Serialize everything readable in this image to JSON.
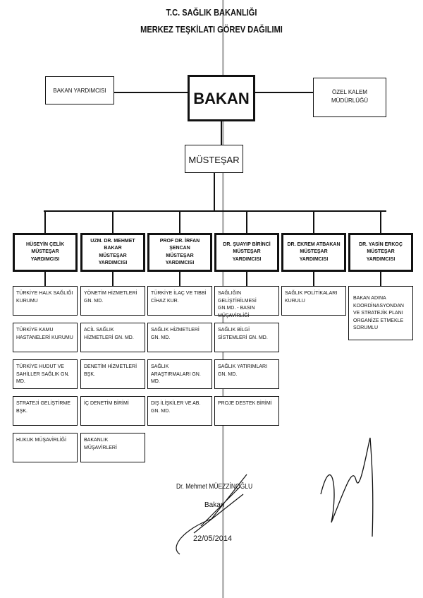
{
  "header": {
    "line1": "T.C. SAĞLIK BAKANLIĞI",
    "line2": "MERKEZ TEŞKİLATI GÖREV DAĞILIMI"
  },
  "top": {
    "bakan": "BAKAN",
    "bakan_yardimcisi": "BAKAN YARDIMCISI",
    "ozel_kalem": "ÖZEL KALEM MÜDÜRLÜĞÜ",
    "mustesar": "MÜSTEŞAR"
  },
  "columns": [
    {
      "name": "HÜSEYİN ÇELİK",
      "title": "MÜSTEŞAR YARDIMCISI",
      "units": [
        "TÜRKİYE HALK SAĞLIĞI KURUMU",
        "TÜRKİYE KAMU HASTANELERİ KURUMU",
        "TÜRKİYE HUDUT VE SAHİLLER SAĞLIK GN. MD.",
        "STRATEJİ GELİŞTİRME BŞK.",
        "HUKUK MÜŞAVİRLİĞİ"
      ]
    },
    {
      "name": "UZM. DR. MEHMET BAKAR",
      "title": "MÜSTEŞAR YARDIMCISI",
      "units": [
        "YÖNETİM HİZMETLERİ GN. MD.",
        "ACİL SAĞLIK HİZMETLERİ GN. MD.",
        "DENETİM HİZMETLERİ BŞK.",
        "İÇ DENETİM BİRİMİ",
        "BAKANLIK MÜŞAVİRLERİ"
      ]
    },
    {
      "name": "PROF DR. İRFAN ŞENCAN",
      "title": "MÜSTEŞAR YARDIMCISI",
      "units": [
        "TÜRKİYE İLAÇ VE TIBBİ CİHAZ KUR.",
        "SAĞLIK HİZMETLERİ GN. MD.",
        "SAĞLIK ARAŞTIRMALARI GN. MD.",
        "DIŞ İLİŞKİLER VE AB. GN. MD."
      ]
    },
    {
      "name": "DR. ŞUAYIP BİRİNCİ",
      "title": "MÜSTEŞAR YARDIMCISI",
      "units": [
        "SAĞLIĞIN GELİŞTİRİLMESİ GN.MD. - BASIN MÜŞAVİRLİĞİ",
        "SAĞLIK BİLGİ SİSTEMLERİ GN. MD.",
        "SAĞLIK YATIRIMLARI GN. MD.",
        "PROJE DESTEK BİRİMİ"
      ]
    },
    {
      "name": "DR. EKREM ATBAKAN",
      "title": "MÜSTEŞAR YARDIMCISI",
      "units": [
        "SAĞLIK POLİTİKALARI KURULU"
      ]
    },
    {
      "name": "DR. YASİN ERKOÇ",
      "title": "MÜSTEŞAR YARDIMCISI",
      "units": [
        "BAKAN ADINA KOORDİNASYONDAN VE STRATEJİK PLANI ORGANİZE ETMEKLE SORUMLU"
      ]
    }
  ],
  "signature": {
    "name": "Dr. Mehmet MÜEZZİNOĞLU",
    "role": "Bakan",
    "date": "22/05/2014"
  }
}
